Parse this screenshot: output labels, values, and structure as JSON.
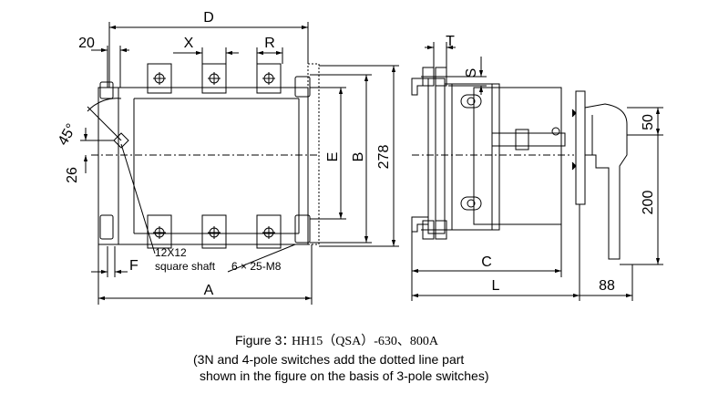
{
  "front_view": {
    "dim_d": "D",
    "dim_20": "20",
    "dim_x": "X",
    "dim_r": "R",
    "dim_45": "45°",
    "dim_26": "26",
    "dim_e": "E",
    "dim_b": "B",
    "dim_278": "278",
    "dim_f": "F",
    "dim_a": "A",
    "label_shaft_size": "12X12",
    "label_shaft": "square shaft",
    "label_bolts": "6 × 25-M8"
  },
  "side_view": {
    "dim_t": "T",
    "dim_s": "S",
    "dim_50": "50",
    "dim_200": "200",
    "dim_c": "C",
    "dim_l": "L",
    "dim_88": "88"
  },
  "caption": {
    "figure": "Figure 3：",
    "model": "HH15（QSA）-630、800A",
    "note_line1": "(3N and 4-pole switches add the dotted line part",
    "note_line2": "shown in the figure on the basis of 3-pole switches)"
  }
}
